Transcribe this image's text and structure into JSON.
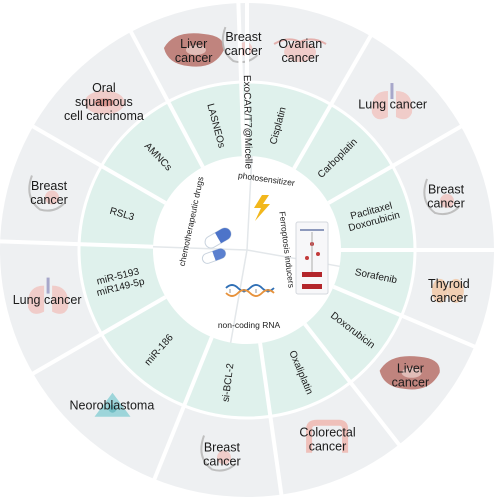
{
  "colors": {
    "outer_ring": "#eef0f2",
    "middle_ring": "#dff1ec",
    "inner_core": "#ffffff",
    "divider": "#ffffff",
    "accent_pink": "#f1c6c2",
    "accent_liver": "#b9726a",
    "accent_blue": "#7fa9cf",
    "accent_yellow": "#f2b71c",
    "accent_teal": "#8fd1d6"
  },
  "core": {
    "chemo": "chemotherapeutic drugs",
    "photosensitizer": "photosensitizer",
    "ferroptosis": "Ferroptosis inducers",
    "ncrna": "non-coding RNA"
  },
  "segments": [
    {
      "mid": "Cisplatin",
      "outer": "Ovarian cancer",
      "icon": "ovary-icon"
    },
    {
      "mid": "Carboplatin",
      "outer": "Lung cancer",
      "icon": "lung-icon"
    },
    {
      "mid": "Paclitaxel Doxorubicin",
      "outer": "Breast cancer",
      "icon": "breast-icon"
    },
    {
      "mid": "Sorafenib",
      "outer": "Thyroid cancer",
      "icon": "thyroid-icon"
    },
    {
      "mid": "Doxorubicin",
      "outer": "Liver cancer",
      "icon": "liver-icon"
    },
    {
      "mid": "Oxaliplatin",
      "outer": "Colorectal cancer",
      "icon": "colon-icon"
    },
    {
      "mid": "si-BCL-2",
      "outer": "Breast cancer",
      "icon": "breast-icon"
    },
    {
      "mid": "miR-186",
      "outer": "Neoroblastoma",
      "icon": "neuron-icon"
    },
    {
      "mid": "miR-5193 miR149-5p",
      "outer": "Lung cancer",
      "icon": "lung-icon"
    },
    {
      "mid": "RSL3",
      "outer": "Breast cancer",
      "icon": "breast-icon"
    },
    {
      "mid": "AMNCs",
      "outer": "Oral squamous cell carcinoma",
      "icon": "mouth-icon"
    },
    {
      "mid": "LASNEOs",
      "outer": "Liver cancer",
      "icon": "liver-icon"
    },
    {
      "mid": "ExoCAR/T7@Micelle",
      "outer": "Breast cancer",
      "icon": "breast-icon"
    }
  ]
}
